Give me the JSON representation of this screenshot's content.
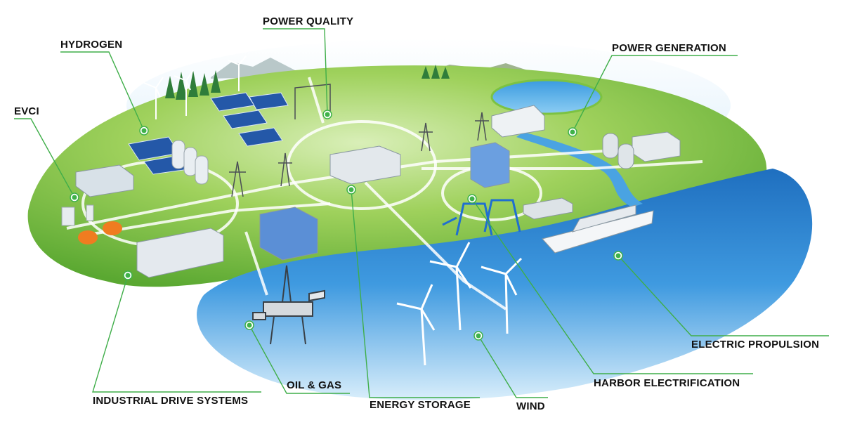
{
  "callouts": [
    {
      "id": "power-quality",
      "label": "POWER QUALITY"
    },
    {
      "id": "hydrogen",
      "label": "HYDROGEN"
    },
    {
      "id": "power-generation",
      "label": "POWER GENERATION"
    },
    {
      "id": "evci",
      "label": "EVCI"
    },
    {
      "id": "industrial-drive-systems",
      "label": "INDUSTRIAL DRIVE SYSTEMS"
    },
    {
      "id": "oil-gas",
      "label": "OIL & GAS"
    },
    {
      "id": "energy-storage",
      "label": "ENERGY STORAGE"
    },
    {
      "id": "wind",
      "label": "WIND"
    },
    {
      "id": "harbor-electrification",
      "label": "HARBOR ELECTRIFICATION"
    },
    {
      "id": "electric-propulsion",
      "label": "ELECTRIC PROPULSION"
    }
  ],
  "colors": {
    "accent_green": "#3fb24a",
    "grass": "#7cc242",
    "grass_light": "#c6e59a",
    "water": "#2e88cf",
    "water_light": "#9cd0f2",
    "leader": "#3fae49"
  }
}
